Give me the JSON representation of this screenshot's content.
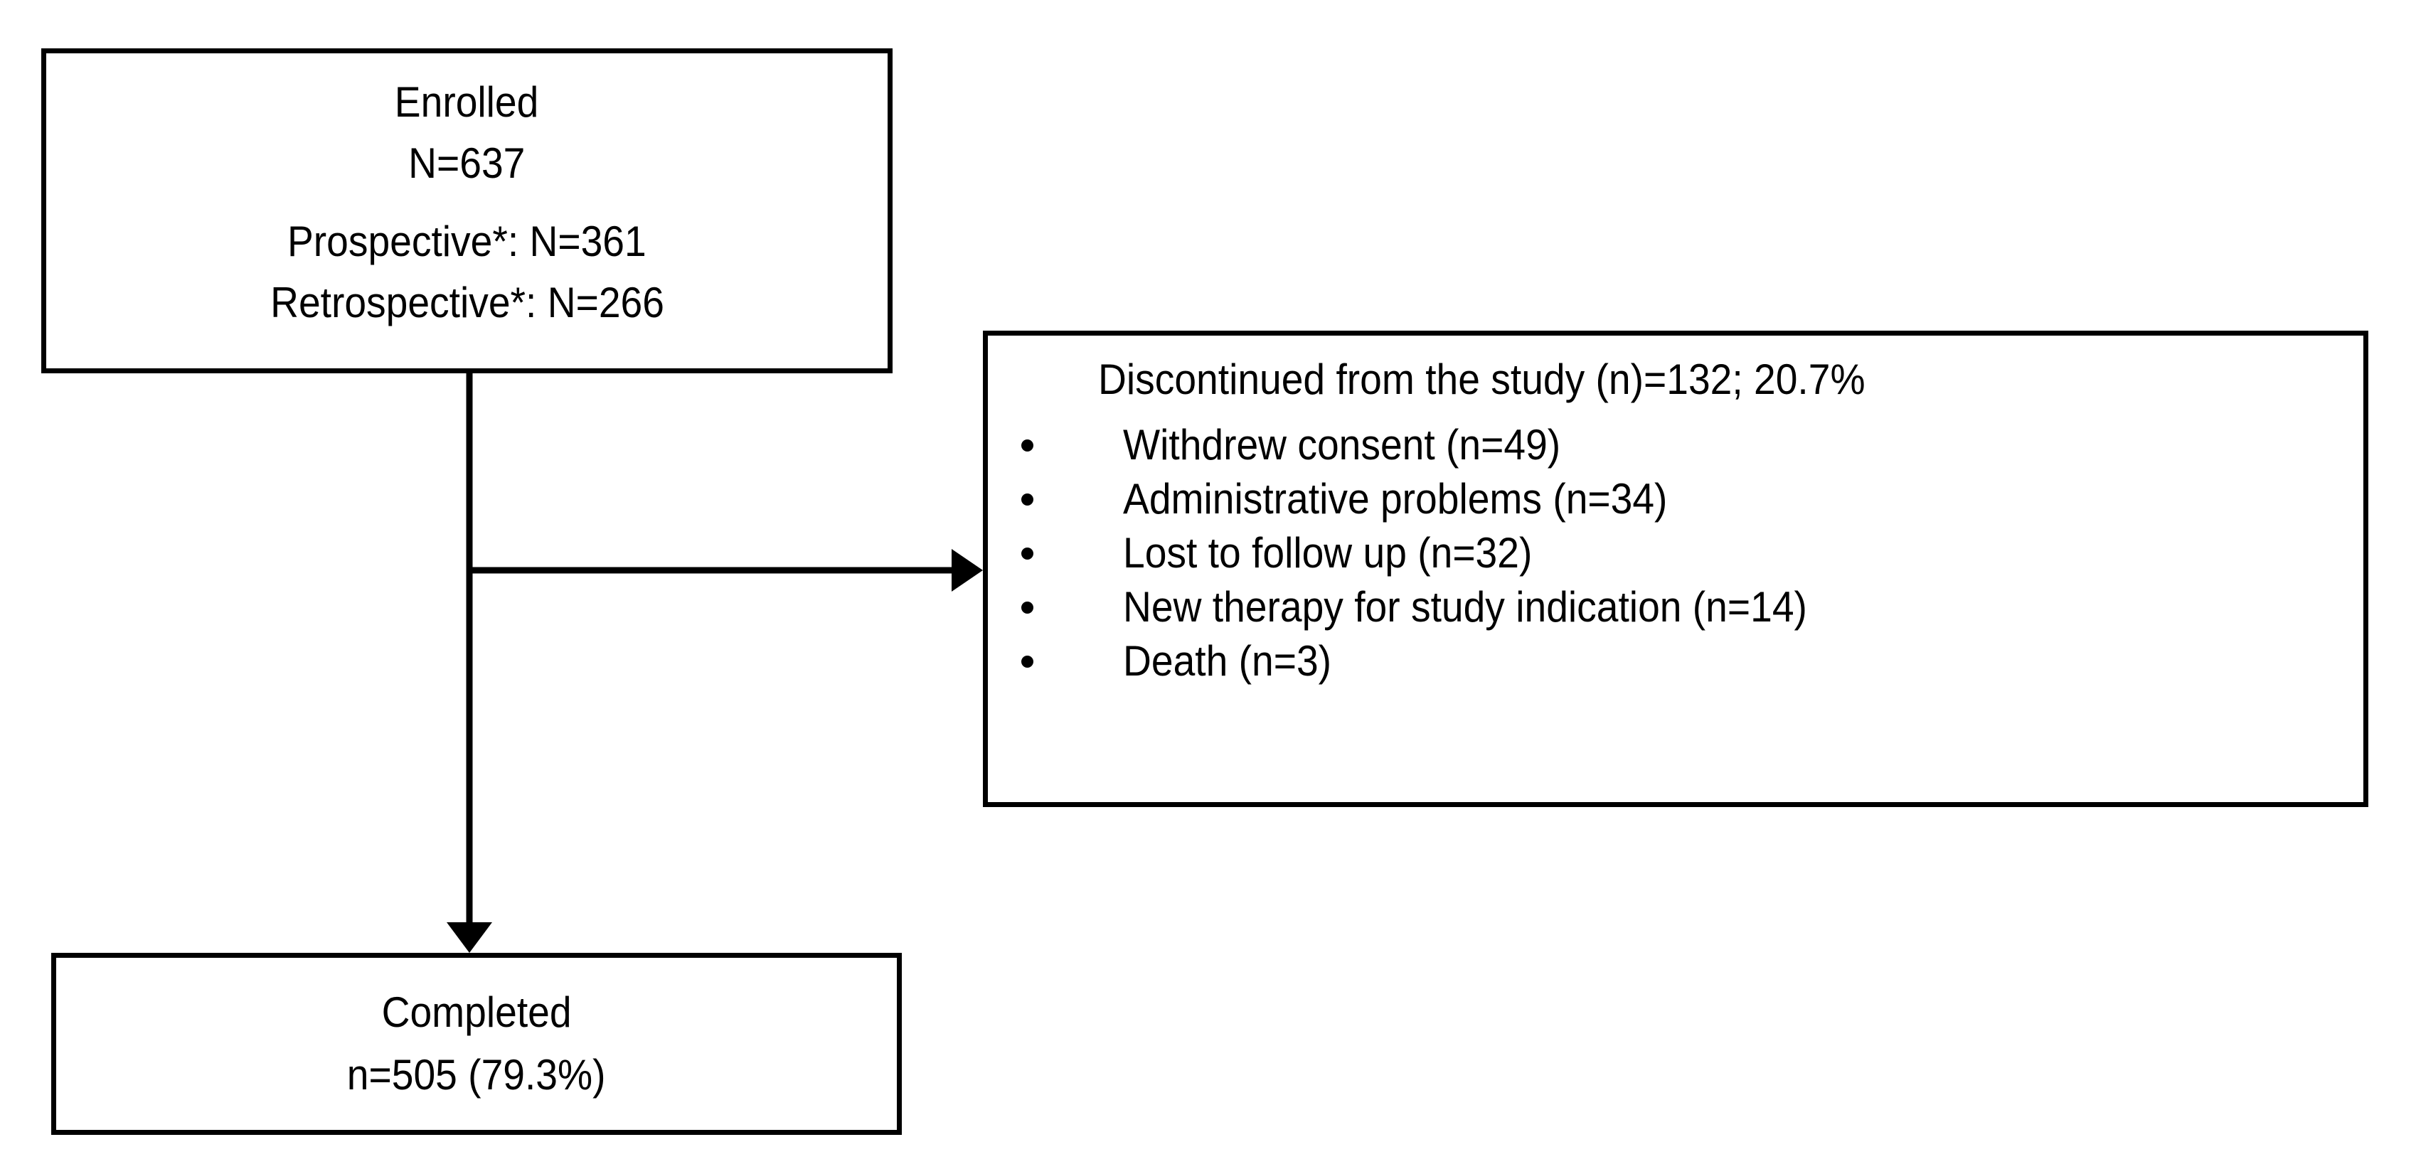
{
  "diagram": {
    "type": "study-participant-flow",
    "background_color": "#ffffff",
    "line_color": "#000000",
    "border_color": "#000000"
  },
  "enrolled": {
    "lines": [
      "Enrolled",
      "N=637",
      "Prospective*: N=361",
      "Retrospective*: N=266"
    ]
  },
  "discontinued": {
    "header": "Discontinued from the study (n)=132; 20.7%",
    "items": [
      "Withdrew consent (n=49)",
      "Administrative problems (n=34)",
      "Lost to follow up (n=32)",
      "New therapy for study indication (n=14)",
      "Death (n=3)"
    ]
  },
  "completed": {
    "lines": [
      "Completed",
      "n=505 (79.3%)"
    ]
  },
  "chart_data": {
    "type": "table",
    "title": "Study participant disposition flow",
    "nodes": [
      {
        "id": "enrolled",
        "label": "Enrolled",
        "total": 637,
        "breakdown": [
          {
            "label": "Prospective*",
            "n": 361
          },
          {
            "label": "Retrospective*",
            "n": 266
          }
        ]
      },
      {
        "id": "discontinued",
        "label": "Discontinued from the study",
        "n": 132,
        "percent": 20.7,
        "breakdown": [
          {
            "label": "Withdrew consent",
            "n": 49
          },
          {
            "label": "Administrative problems",
            "n": 34
          },
          {
            "label": "Lost to follow up",
            "n": 32
          },
          {
            "label": "New therapy for study indication",
            "n": 14
          },
          {
            "label": "Death",
            "n": 3
          }
        ]
      },
      {
        "id": "completed",
        "label": "Completed",
        "n": 505,
        "percent": 79.3
      }
    ],
    "edges": [
      {
        "from": "enrolled",
        "to": "discontinued"
      },
      {
        "from": "enrolled",
        "to": "completed"
      }
    ]
  }
}
